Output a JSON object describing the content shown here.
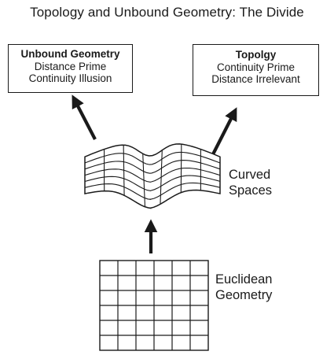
{
  "title": "Topology and Unbound Geometry: The Divide",
  "nodes": {
    "unbound_geometry": {
      "heading": "Unbound Geometry",
      "lines": [
        "Distance Prime",
        "Continuity Illusion"
      ]
    },
    "topology": {
      "heading": "Topolgy",
      "lines": [
        "Continuity Prime",
        "Distance Irrelevant"
      ]
    },
    "curved_spaces": {
      "label_lines": [
        "Curved",
        "Spaces"
      ]
    },
    "euclidean_geometry": {
      "label_lines": [
        "Euclidean",
        "Geometry"
      ]
    }
  },
  "edges": [
    {
      "from": "euclidean_geometry",
      "to": "curved_spaces"
    },
    {
      "from": "curved_spaces",
      "to": "unbound_geometry"
    },
    {
      "from": "curved_spaces",
      "to": "topology"
    }
  ],
  "colors": {
    "ink": "#1a1a1a",
    "background": "#ffffff"
  }
}
